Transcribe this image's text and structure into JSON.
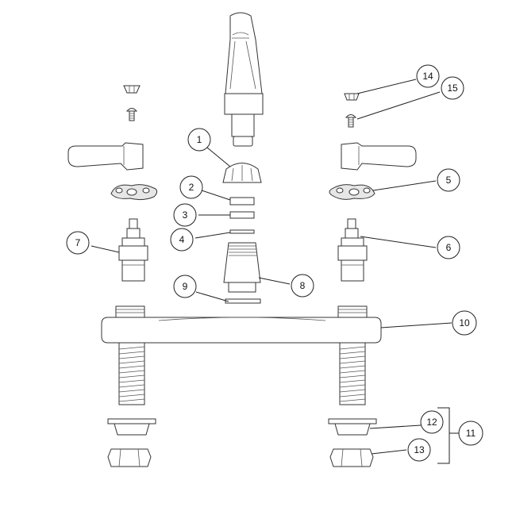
{
  "callouts": [
    {
      "id": "1",
      "label": "1"
    },
    {
      "id": "2",
      "label": "2"
    },
    {
      "id": "3",
      "label": "3"
    },
    {
      "id": "4",
      "label": "4"
    },
    {
      "id": "5",
      "label": "5"
    },
    {
      "id": "6",
      "label": "6"
    },
    {
      "id": "7",
      "label": "7"
    },
    {
      "id": "8",
      "label": "8"
    },
    {
      "id": "9",
      "label": "9"
    },
    {
      "id": "10",
      "label": "10"
    },
    {
      "id": "11",
      "label": "11"
    },
    {
      "id": "12",
      "label": "12"
    },
    {
      "id": "13",
      "label": "13"
    },
    {
      "id": "14",
      "label": "14"
    },
    {
      "id": "15",
      "label": "15"
    }
  ],
  "colors": {
    "line": "#333333",
    "background": "#ffffff"
  }
}
